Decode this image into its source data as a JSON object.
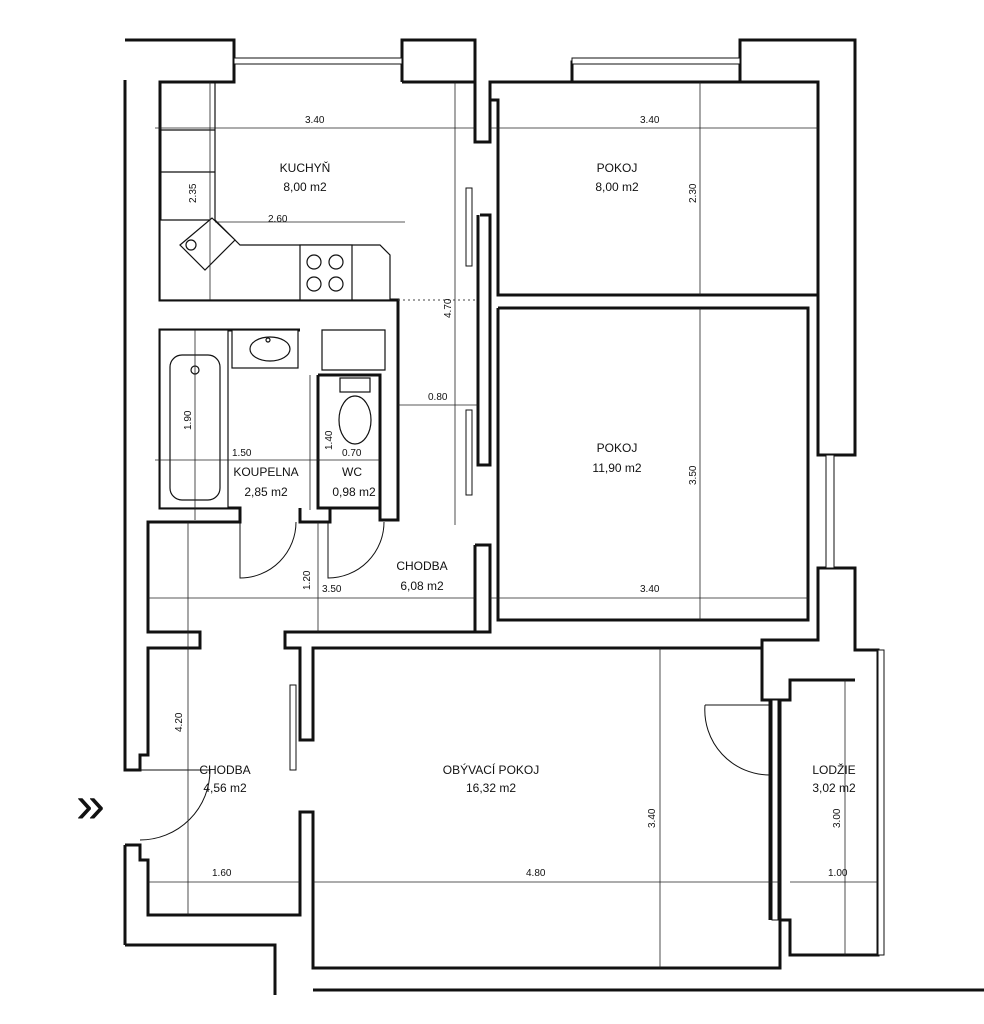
{
  "rooms": {
    "kuchyn": {
      "name": "KUCHYŇ",
      "area": "8,00 m2"
    },
    "pokoj_top": {
      "name": "POKOJ",
      "area": "8,00 m2"
    },
    "pokoj_mid": {
      "name": "POKOJ",
      "area": "11,90 m2"
    },
    "koupelna": {
      "name": "KOUPELNA",
      "area": "2,85 m2"
    },
    "wc": {
      "name": "WC",
      "area": "0,98 m2"
    },
    "chodba_upper": {
      "name": "CHODBA",
      "area": "6,08 m2"
    },
    "chodba_lower": {
      "name": "CHODBA",
      "area": "4,56 m2"
    },
    "obyvaci": {
      "name": "OBÝVACÍ POKOJ",
      "area": "16,32 m2"
    },
    "lodzie": {
      "name": "LODŽIE",
      "area": "3,02 m2"
    }
  },
  "dimensions": {
    "kuchyn_width": "3.40",
    "pokoj_top_width": "3.40",
    "kuchyn_depth": "2.35",
    "counter": "2.60",
    "pokoj_top_depth": "2.30",
    "hall_length": "4.70",
    "hall_width": "0.80",
    "bath_length": "1.90",
    "bath_width": "1.50",
    "wc_depth": "1.40",
    "wc_width": "0.70",
    "pokoj_mid_depth": "3.50",
    "chodba_width": "1.20",
    "chodba_length": "3.50",
    "pokoj_mid_width": "3.40",
    "chodba_lower_length": "4.20",
    "obyvaci_depth": "3.40",
    "lodzie_depth": "3.00",
    "chodba_lower_width": "1.60",
    "obyvaci_width": "4.80",
    "lodzie_width": "1.00"
  },
  "entrance_symbol": "»"
}
